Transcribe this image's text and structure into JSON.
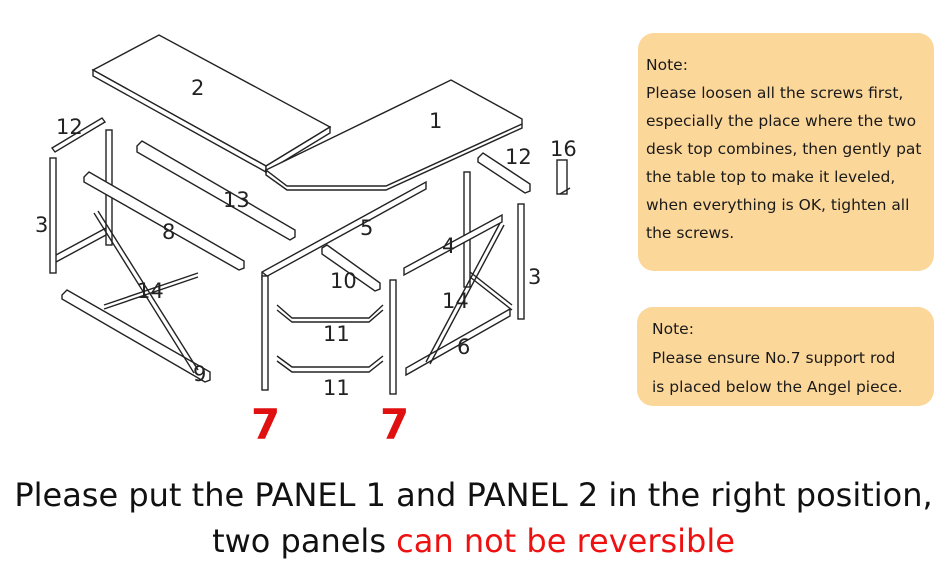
{
  "parts": {
    "p1": "1",
    "p2": "2",
    "p3_left": "3",
    "p3_right": "3",
    "p4": "4",
    "p5": "5",
    "p6": "6",
    "p7_left": "7",
    "p7_right": "7",
    "p8": "8",
    "p9": "9",
    "p10": "10",
    "p11_top": "11",
    "p11_bottom": "11",
    "p12_left": "12",
    "p12_right": "12",
    "p13": "13",
    "p14_left": "14",
    "p14_right": "14",
    "p16": "16"
  },
  "notes": {
    "note1": {
      "title": "Note:",
      "lines": [
        "Please loosen all the screws first,",
        "especially the place where the two",
        "desk top combines, then gently pat",
        "the table top to make it leveled,",
        "when everything is OK, tighten all",
        "the screws."
      ]
    },
    "note2": {
      "title": "Note:",
      "lines": [
        "Please ensure No.7 support rod",
        "is placed below the Angel piece."
      ]
    }
  },
  "caption": {
    "line1": "Please put the PANEL 1 and PANEL 2 in the right position,",
    "line2_black": "two panels ",
    "line2_red": "can not be reversible"
  },
  "colors": {
    "note_background": "#fcd79a",
    "warning_red": "#e01010"
  }
}
